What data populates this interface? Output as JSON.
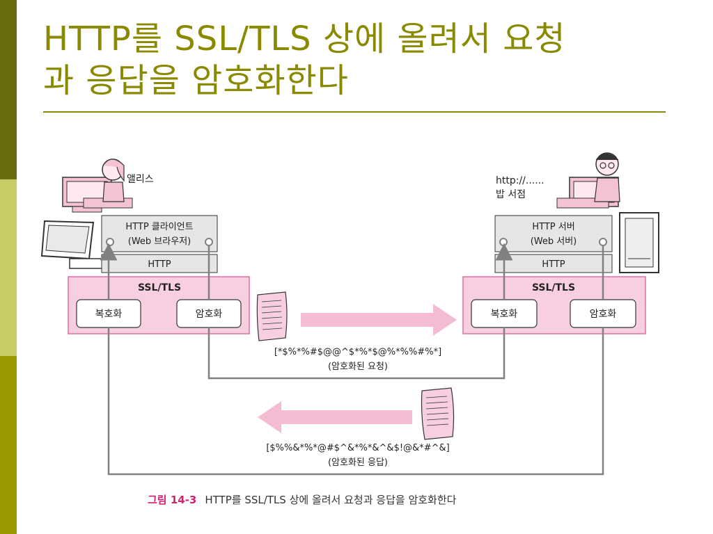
{
  "slide": {
    "title_line1": "HTTP를 SSL/TLS 상에 올려서 요청",
    "title_line2": "과 응답을 암호화한다"
  },
  "client": {
    "person_label": "앨리스",
    "app_line1": "HTTP 클라이언트",
    "app_line2": "(Web 브라우저)",
    "protocol": "HTTP",
    "layer": "SSL/TLS",
    "decrypt": "복호화",
    "encrypt": "암호화"
  },
  "server": {
    "person_line1": "http://......",
    "person_line2": "밥 서점",
    "app_line1": "HTTP 서버",
    "app_line2": "(Web 서버)",
    "protocol": "HTTP",
    "layer": "SSL/TLS",
    "decrypt": "복호화",
    "encrypt": "암호화"
  },
  "request": {
    "cipher": "[*$%*%#$@@^$*%*$@%*%%#%*]",
    "label": "(암호화된 요청)"
  },
  "response": {
    "cipher": "[$%%&*%*@#$^&*%*&^&$!@&*#^&]",
    "label": "(암호화된 응답)"
  },
  "caption": {
    "figure": "그림 14-3",
    "text": "HTTP를 SSL/TLS 상에 올려서 요청과 응답을 암호화한다"
  },
  "colors": {
    "accent": "#8a8a00",
    "ssl_layer": "#f7cfe0",
    "ssl_border": "#e06fa0",
    "http_box": "#e6e6e6",
    "arrow": "#f4bcd3",
    "line": "#808080"
  }
}
